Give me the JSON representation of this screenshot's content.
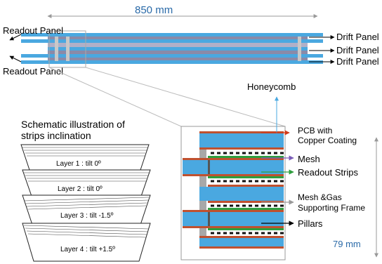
{
  "top_view": {
    "length_label": "850 mm",
    "readout_panel_top": "Readout Panel",
    "readout_panel_bottom": "Readout Panel",
    "drift_panels": [
      "Drift Panel",
      "Drift Panel",
      "Drift Panel"
    ]
  },
  "schematic": {
    "title_line1": "Schematic illustration of",
    "title_line2": "strips inclination",
    "layers": [
      "Layer 1 : tilt 0º",
      "Layer 2 : tilt 0º",
      "Layer 3 : tilt -1.5º",
      "Layer 4 : tilt +1.5º"
    ]
  },
  "cross_section": {
    "honeycomb": "Honeycomb",
    "pcb_line1": "PCB with",
    "pcb_line2": "Copper Coating",
    "mesh": "Mesh",
    "readout_strips": "Readout Strips",
    "frame_line1": "Mesh &Gas",
    "frame_line2": "Supporting Frame",
    "pillars": "Pillars",
    "thickness_label": "79 mm"
  },
  "colors": {
    "pcb_copper": "#c0512f",
    "panel_blue": "#4aa8e0",
    "mesh_purple": "#7a5cb8",
    "strips_green": "#2e9e3e",
    "dimension_blue": "#2a6aa8",
    "frame_gray": "#a8a8a8"
  }
}
